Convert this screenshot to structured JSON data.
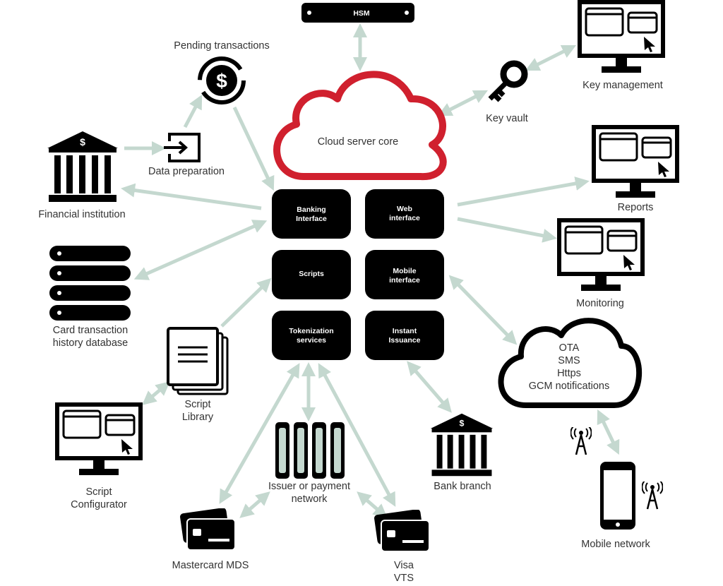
{
  "hsm": "HSM",
  "cloud_core": "Cloud server core",
  "modules": {
    "banking": [
      "Banking",
      "Interface"
    ],
    "web": [
      "Web",
      "interface"
    ],
    "scripts": [
      "Scripts"
    ],
    "mobile": [
      "Mobile",
      "interface"
    ],
    "tokenization": [
      "Tokenization",
      "services"
    ],
    "instant": [
      "Instant",
      "Issuance"
    ]
  },
  "nodes": {
    "pending": "Pending transactions",
    "data_prep": "Data preparation",
    "financial": "Financial institution",
    "card_db": [
      "Card transaction",
      "history database"
    ],
    "script_library": [
      "Script",
      "Library"
    ],
    "script_config": [
      "Script",
      "Configurator"
    ],
    "issuer": [
      "Issuer or payment",
      "network"
    ],
    "mastercard": "Mastercard MDS",
    "visa": [
      "Visa",
      "VTS"
    ],
    "bank_branch": "Bank branch",
    "key_vault": "Key vault",
    "key_mgmt": "Key management",
    "reports": "Reports",
    "monitoring": "Monitoring",
    "ota_cloud": [
      "OTA",
      "SMS",
      "Https",
      "GCM notifications"
    ],
    "mobile_network": "Mobile network"
  },
  "icons": {
    "dollar": "$"
  },
  "colors": {
    "core_cloud": "#d0202e",
    "arrow": "#c4d8cf",
    "box": "#000000"
  }
}
